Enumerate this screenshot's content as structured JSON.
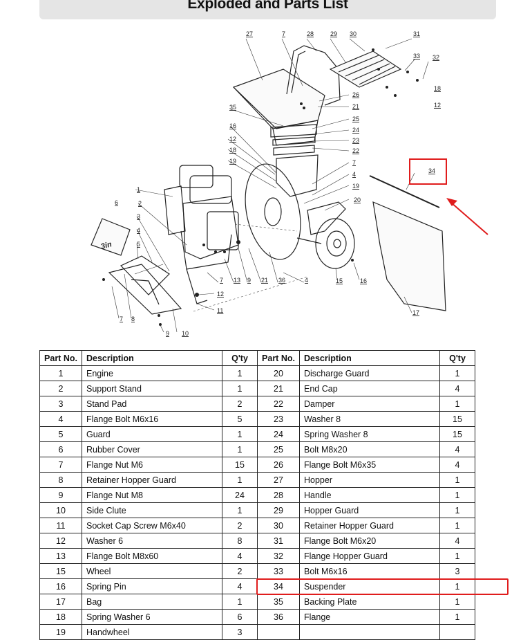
{
  "title": "Exploded and Parts List",
  "diagram": {
    "callouts": [
      "27",
      "7",
      "28",
      "29",
      "30",
      "31",
      "32",
      "33",
      "18",
      "12",
      "26",
      "21",
      "35",
      "25",
      "24",
      "23",
      "22",
      "16",
      "12",
      "18",
      "19",
      "7",
      "4",
      "19",
      "20",
      "34",
      "1",
      "6",
      "2",
      "3",
      "4",
      "5",
      "7",
      "13",
      "9",
      "21",
      "36",
      "4",
      "15",
      "16",
      "12",
      "11",
      "7",
      "8",
      "9",
      "10",
      "17"
    ],
    "highlight_callout": "34",
    "accent_color": "#e01c1c",
    "logo_text": "3in"
  },
  "table": {
    "headers": [
      "Part No.",
      "Description",
      "Q'ty"
    ],
    "left": [
      {
        "no": "1",
        "desc": "Engine",
        "qty": "1"
      },
      {
        "no": "2",
        "desc": "Support Stand",
        "qty": "1"
      },
      {
        "no": "3",
        "desc": "Stand Pad",
        "qty": "2"
      },
      {
        "no": "4",
        "desc": "Flange Bolt M6x16",
        "qty": "5"
      },
      {
        "no": "5",
        "desc": "Guard",
        "qty": "1"
      },
      {
        "no": "6",
        "desc": "Rubber Cover",
        "qty": "1"
      },
      {
        "no": "7",
        "desc": "Flange Nut M6",
        "qty": "15"
      },
      {
        "no": "8",
        "desc": "Retainer Hopper Guard",
        "qty": "1"
      },
      {
        "no": "9",
        "desc": "Flange Nut M8",
        "qty": "24"
      },
      {
        "no": "10",
        "desc": "Side Clute",
        "qty": "1"
      },
      {
        "no": "11",
        "desc": "Socket Cap Screw M6x40",
        "qty": "2"
      },
      {
        "no": "12",
        "desc": "Washer 6",
        "qty": "8"
      },
      {
        "no": "13",
        "desc": "Flange Bolt M8x60",
        "qty": "4"
      },
      {
        "no": "15",
        "desc": "Wheel",
        "qty": "2"
      },
      {
        "no": "16",
        "desc": "Spring Pin",
        "qty": "4"
      },
      {
        "no": "17",
        "desc": "Bag",
        "qty": "1"
      },
      {
        "no": "18",
        "desc": "Spring Washer 6",
        "qty": "6"
      },
      {
        "no": "19",
        "desc": "Handwheel",
        "qty": "3"
      }
    ],
    "right": [
      {
        "no": "20",
        "desc": "Discharge Guard",
        "qty": "1"
      },
      {
        "no": "21",
        "desc": "End Cap",
        "qty": "4"
      },
      {
        "no": "22",
        "desc": "Damper",
        "qty": "1"
      },
      {
        "no": "23",
        "desc": "Washer 8",
        "qty": "15"
      },
      {
        "no": "24",
        "desc": "Spring Washer 8",
        "qty": "15"
      },
      {
        "no": "25",
        "desc": "Bolt M8x20",
        "qty": "4"
      },
      {
        "no": "26",
        "desc": "Flange Bolt M6x35",
        "qty": "4"
      },
      {
        "no": "27",
        "desc": "Hopper",
        "qty": "1"
      },
      {
        "no": "28",
        "desc": "Handle",
        "qty": "1"
      },
      {
        "no": "29",
        "desc": "Hopper Guard",
        "qty": "1"
      },
      {
        "no": "30",
        "desc": "Retainer Hopper Guard",
        "qty": "1"
      },
      {
        "no": "31",
        "desc": "Flange Bolt M6x20",
        "qty": "4"
      },
      {
        "no": "32",
        "desc": "Flange Hopper Guard",
        "qty": "1"
      },
      {
        "no": "33",
        "desc": "Bolt M6x16",
        "qty": "3"
      },
      {
        "no": "34",
        "desc": "Suspender",
        "qty": "1"
      },
      {
        "no": "35",
        "desc": "Backing Plate",
        "qty": "1"
      },
      {
        "no": "36",
        "desc": "Flange",
        "qty": "1"
      },
      {
        "no": "",
        "desc": "",
        "qty": ""
      }
    ]
  }
}
